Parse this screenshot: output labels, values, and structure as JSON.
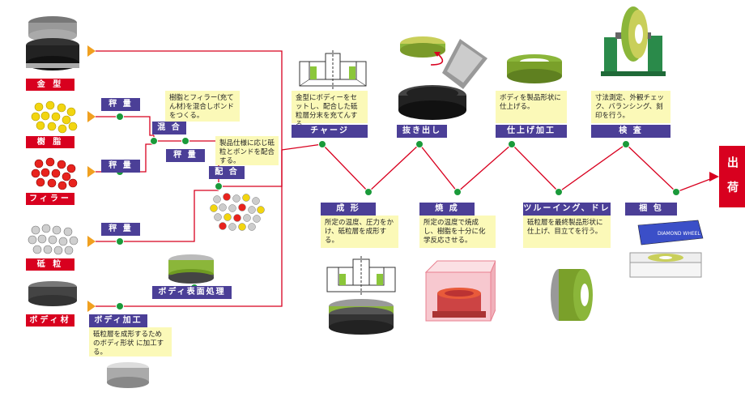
{
  "materials": {
    "mold": "金 型",
    "resin": "樹 脂",
    "filler": "フィラー",
    "abrasive": "砥 粒",
    "body": "ボディ材"
  },
  "steps": {
    "weigh": "秤 量",
    "mix": "混 合",
    "compound": "配 合",
    "body_surface": "ボディ表面処理",
    "body_machining": "ボディ加工",
    "charge": "チャージ",
    "forming": "成 形",
    "demold": "抜き出し",
    "firing": "焼 成",
    "finishing": "仕上げ加工",
    "truing": "ツルーイング、ドレッシング",
    "inspection": "検 査",
    "packing": "梱 包",
    "shipping": "出 荷"
  },
  "notes": {
    "mix": "樹脂とフィラー(充てん材)を混合しボンドをつくる。",
    "compound": "製品仕様に応じ砥粒とボンドを配合する。",
    "body_machining": "砥粒層を成形するためのボディ形状 に加工する。",
    "charge": "金型にボディーをセットし、配合した砥粒層分末を充てんする。",
    "forming": "所定の温度、圧力をかけ、砥粒層を成形する。",
    "firing": "所定の温度で焼成し、樹脂を十分に化学反応させる。",
    "finishing": "ボディを製品形状に仕上げる。",
    "truing": "砥粒層を最終製品形状に仕上げ、目立てを行う。",
    "inspection": "寸法測定、外観チェック、バランシング、刻印を行う。"
  },
  "package_label": "DIAMOND WHEEL",
  "colors": {
    "red": "#d8001f",
    "purple": "#4b3f97",
    "note_bg": "#fbf9b8",
    "green_dot": "#1a9a3a",
    "arrow": "#f0a020"
  }
}
